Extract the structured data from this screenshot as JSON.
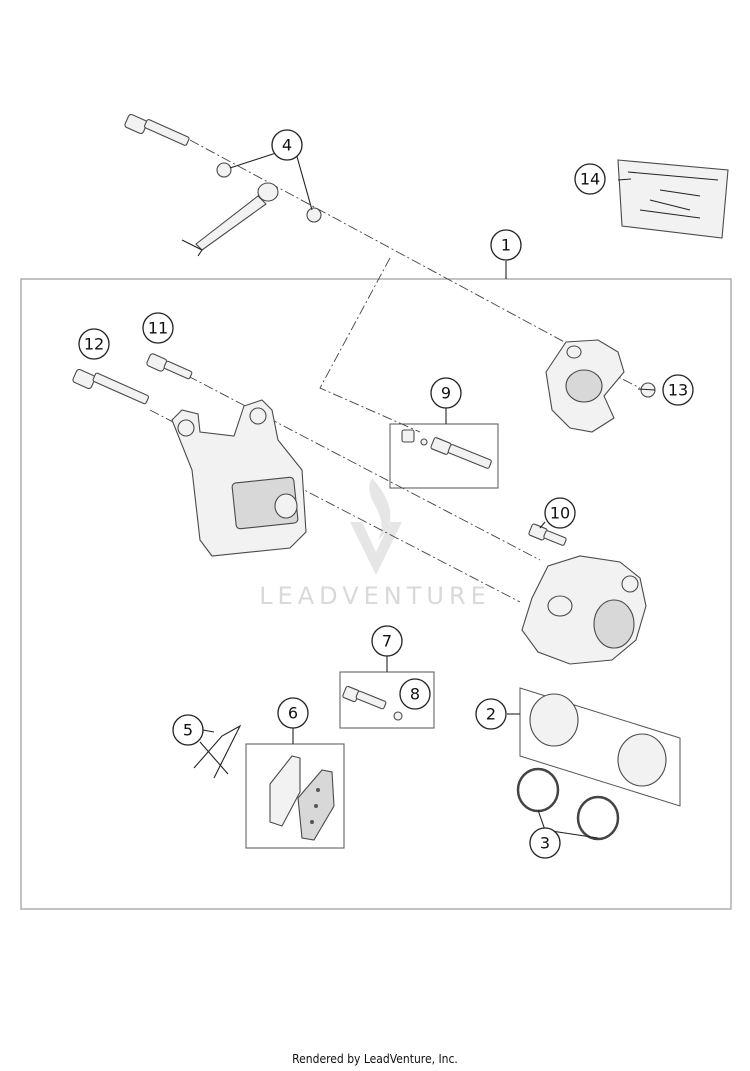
{
  "callouts": [
    {
      "label": "1"
    },
    {
      "label": "2"
    },
    {
      "label": "3"
    },
    {
      "label": "4"
    },
    {
      "label": "5"
    },
    {
      "label": "6"
    },
    {
      "label": "7"
    },
    {
      "label": "8"
    },
    {
      "label": "9"
    },
    {
      "label": "10"
    },
    {
      "label": "11"
    },
    {
      "label": "12"
    },
    {
      "label": "13"
    },
    {
      "label": "14"
    }
  ],
  "watermark": {
    "text": "LEADVENTURE"
  },
  "footer": {
    "text": "Rendered by LeadVenture, Inc."
  }
}
